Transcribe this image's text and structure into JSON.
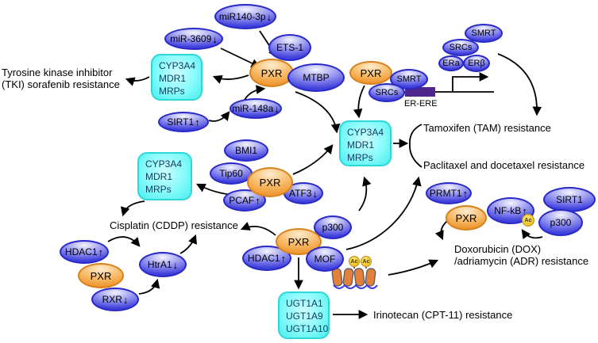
{
  "figure_type": "PXR drug-resistance signaling pathway diagram",
  "colors": {
    "node_blue": "#4040dc",
    "node_orange": "#ef962f",
    "box_cyan": "#66ffff",
    "er_ere_purple": "#50268c",
    "ac_yellow": "#eec229",
    "arrow": "#000000"
  },
  "nodes": {
    "mir140": {
      "label": "miR140-3p",
      "indicator": "↓"
    },
    "mir3609": {
      "label": "miR-3609",
      "indicator": "↓"
    },
    "ets1": {
      "label": "ETS-1"
    },
    "pxr_tki": {
      "label": "PXR"
    },
    "mtbp": {
      "label": "MTBP"
    },
    "mir148a": {
      "label": "miR-148a",
      "indicator": "↓"
    },
    "sirt1_left": {
      "label": "SIRT1",
      "indicator": "↑"
    },
    "pxr_er": {
      "label": "PXR"
    },
    "smrt_er": {
      "label": "SMRT"
    },
    "srcs_er": {
      "label": "SRCs"
    },
    "smrt_top": {
      "label": "SMRT"
    },
    "srcs_top": {
      "label": "SRCs"
    },
    "era": {
      "label": "ERa"
    },
    "erb": {
      "label": "ERβ"
    },
    "bmi1": {
      "label": "BMI1"
    },
    "tip60": {
      "label": "Tip60"
    },
    "pxr_cddp": {
      "label": "PXR"
    },
    "pcaf": {
      "label": "PCAF",
      "indicator": "↑"
    },
    "atf3": {
      "label": "ATF3",
      "indicator": "↓"
    },
    "prmt1": {
      "label": "PRMT1",
      "indicator": "↑"
    },
    "pxr_dox": {
      "label": "PXR"
    },
    "nfkb": {
      "label": "NF-kB",
      "indicator": "↑"
    },
    "sirt1_right": {
      "label": "SIRT1"
    },
    "p300_right": {
      "label": "p300"
    },
    "hdac1_left": {
      "label": "HDAC1",
      "indicator": "↑"
    },
    "pxr_rxr": {
      "label": "PXR"
    },
    "rxr": {
      "label": "RXR",
      "indicator": "↓"
    },
    "htra1": {
      "label": "HtrA1",
      "indicator": "↓"
    },
    "p300_mid": {
      "label": "p300"
    },
    "pxr_ugt": {
      "label": "PXR"
    },
    "hdac1_mid": {
      "label": "HDAC1",
      "indicator": "↑"
    },
    "mof": {
      "label": "MOF"
    }
  },
  "boxes": {
    "cyp_tki": {
      "lines": [
        "CYP3A4",
        "MDR1",
        "MRPs"
      ]
    },
    "cyp_cddp": {
      "lines": [
        "CYP3A4",
        "MDR1",
        "MRPs"
      ]
    },
    "cyp_center": {
      "lines": [
        "CYP3A4",
        "MDR1",
        "MRPs"
      ]
    },
    "ugt": {
      "lines": [
        "UGT1A1",
        "UGT1A9",
        "UGT1A10"
      ]
    }
  },
  "outcomes": {
    "tki_line1": "Tyrosine kinase inhibitor",
    "tki_line2": "(TKI) sorafenib resistance",
    "tamoxifen": "Tamoxifen (TAM) resistance",
    "paclitaxel": "Paclitaxel and docetaxel resistance",
    "cisplatin": "Cisplatin (CDDP) resistance",
    "dox_line1": "Doxorubicin (DOX)",
    "dox_line2": "/adriamycin (ADR) resistance",
    "irinotecan": "Irinotecan (CPT-11) resistance"
  },
  "misc": {
    "er_ere": "ER-ERE",
    "ac": "Ac"
  }
}
